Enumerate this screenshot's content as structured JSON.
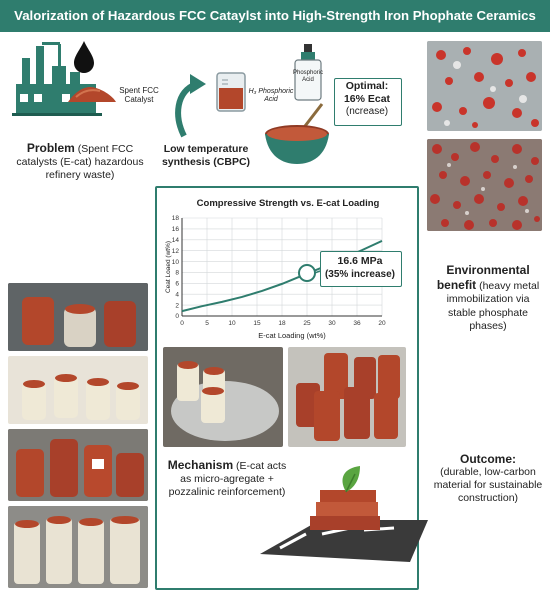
{
  "title": "Valorization of Hazardous FCC Cataylst into High-Strength Iron Phophate Ceramics",
  "labels": {
    "spent_catalyst": "Spent FCC Catalyst",
    "phosphoric_bottle": "Phosphoric Acid",
    "beaker_label": "H₃ Phosphoric Acid",
    "low_temp": "Low temperature synthesis (CBPC)",
    "optimal_title": "Optimal:",
    "optimal_value": "16% Ecat",
    "optimal_note": "(ncrease)",
    "problem_title": "Problem",
    "problem_text": "(Spent FCC catalysts (E-cat) hazardous refinery waste)",
    "env_title": "Environmental benefit",
    "env_text": "(heavy metal immobilization via stable phosphate phases)",
    "outcome_title": "Outcome:",
    "outcome_text": "(durable, low-carbon material for sustainable construction)",
    "mechanism_title": "Mechanism",
    "mechanism_text": "(E-cat acts as micro-agregate + pozzalinic reinforcement)"
  },
  "chart_data": {
    "type": "line",
    "title": "Compressive Strength vs. E-cat Loading",
    "xlabel": "E-cat Loading (wt%)",
    "ylabel": "Ceat Loaed (wt%)",
    "xlim": [
      0,
      20
    ],
    "ylim": [
      0,
      18
    ],
    "x_ticks": [
      "0",
      "5",
      "10",
      "15",
      "18",
      "25",
      "30",
      "36",
      "20"
    ],
    "y_ticks": [
      "0",
      "2",
      "4",
      "6",
      "8",
      "10",
      "12",
      "14",
      "16",
      "18"
    ],
    "series": [
      {
        "x": [
          0,
          2,
          4,
          6,
          8,
          10,
          12,
          14,
          16,
          18,
          20
        ],
        "y": [
          0.9,
          1.8,
          2.6,
          3.5,
          4.6,
          5.9,
          7.4,
          8.9,
          10.5,
          12.1,
          13.8
        ]
      }
    ],
    "highlight": {
      "x": 12.5,
      "y": 7.9,
      "value_label": "16.6 MPa",
      "note": "(35% increase)"
    },
    "grid": true
  },
  "colors": {
    "accent": "#2f7d6e",
    "powder": "#b3472b",
    "line": "#2f7d6e"
  }
}
